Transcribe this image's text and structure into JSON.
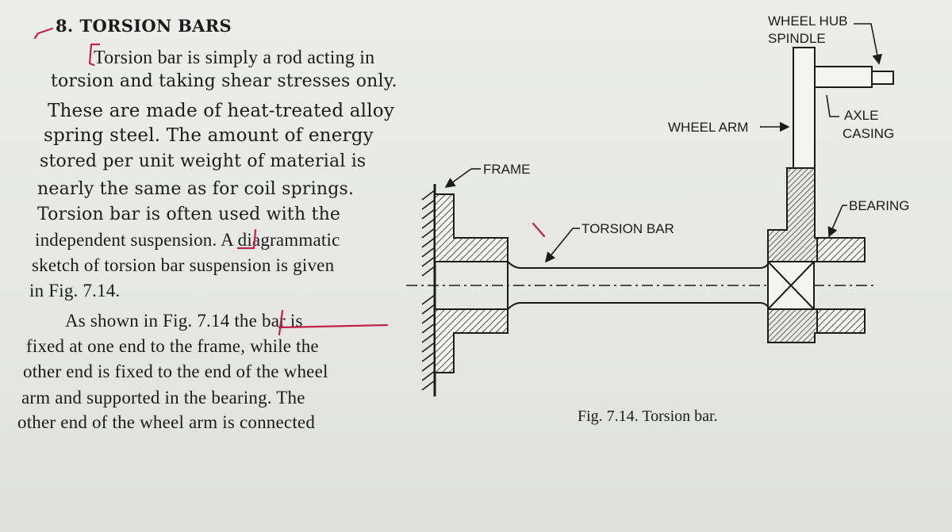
{
  "section": {
    "number": "8.",
    "title": "TORSION BARS"
  },
  "body_lines": [
    "Torsion bar is simply a rod acting in",
    "torsion and taking shear stresses only.",
    "These are made of heat-treated alloy",
    "spring steel. The amount of energy",
    "stored per unit weight of material is",
    "nearly the same as for coil springs.",
    "Torsion bar is often used with the",
    "independent suspension. A diagrammatic",
    "sketch of torsion bar suspension is given",
    "in Fig. 7.14.",
    "As shown in Fig. 7.14 the bar is",
    "fixed at one end to the frame, while the",
    "other end is fixed to the end of the wheel",
    "arm and supported in the bearing. The",
    "other end of the wheel arm is connected"
  ],
  "figure": {
    "labels": {
      "wheel_hub_spindle_1": "WHEEL HUB",
      "wheel_hub_spindle_2": "SPINDLE",
      "wheel_arm": "WHEEL ARM",
      "axle_casing_1": "AXLE",
      "axle_casing_2": "CASING",
      "frame": "FRAME",
      "bearing": "BEARING",
      "torsion_bar": "TORSION BAR"
    },
    "caption": "Fig. 7.14. Torsion bar."
  },
  "colors": {
    "paper": "#e7e8e5",
    "ink": "#1b1b1b",
    "annotation_pen": "#c0224a"
  }
}
